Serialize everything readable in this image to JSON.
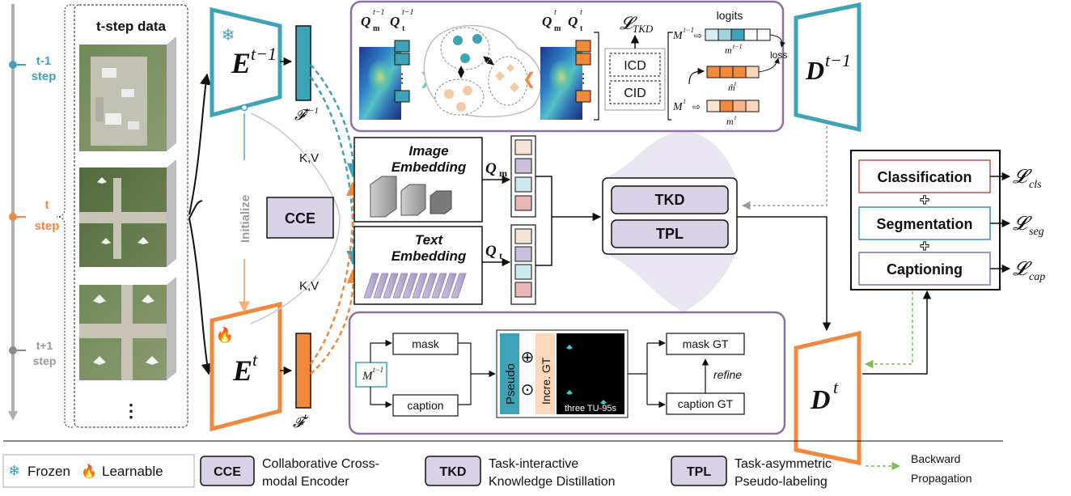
{
  "timeline": {
    "prev": {
      "label": "t-1",
      "label2": "step",
      "color": "#3fa3b8"
    },
    "curr": {
      "label": "t",
      "label2": "step",
      "color": "#f0883e"
    },
    "next": {
      "label": "t+1",
      "label2": "step",
      "color": "#9a9a9a"
    }
  },
  "data_panel": {
    "title": "t-step data",
    "ellipsis": "⋮"
  },
  "encoders": {
    "prev": {
      "name": "E",
      "sup": "t−1",
      "feat": "𝓕",
      "feat_sup": "t−1",
      "icon": "snowflake-icon"
    },
    "curr": {
      "name": "E",
      "sup": "t",
      "feat": "𝓕",
      "feat_sup": "t",
      "icon": "flame-icon"
    }
  },
  "initialize_label": "Initialize",
  "cce_label": "CCE",
  "kv_label": "K,V",
  "embeddings": {
    "image": {
      "line1": "Image",
      "line2": "Embedding",
      "q": "Q",
      "q_sub": "m"
    },
    "text": {
      "line1": "Text",
      "line2": "Embedding",
      "q": "Q",
      "q_sub": "t"
    }
  },
  "modules": {
    "tkd": "TKD",
    "tpl": "TPL"
  },
  "decoders": {
    "prev": {
      "name": "D",
      "sup": "t−1"
    },
    "curr": {
      "name": "D",
      "sup": "t"
    }
  },
  "tkd_panel": {
    "q_prev_m": "Q",
    "q_prev_m_sub": "m",
    "q_prev_m_sup": "t−1",
    "q_prev_t": "Q",
    "q_prev_t_sub": "t",
    "q_prev_t_sup": "t−1",
    "q_curr_m": "Q",
    "q_curr_m_sub": "m",
    "q_curr_m_sup": "t",
    "q_curr_t": "Q",
    "q_curr_t_sub": "t",
    "q_curr_t_sup": "t",
    "loss_tkd": "𝓛",
    "loss_tkd_sub": "TKD",
    "icd": "ICD",
    "cid": "CID",
    "logits": "logits",
    "m_prev_label": "M",
    "m_prev_sup": "t−1",
    "m_curr_label": "M",
    "m_curr_sup": "t",
    "bar_prev": "m",
    "bar_prev_sup": "t−1",
    "bar_hat": "m̂",
    "bar_hat_sup": "t",
    "bar_curr": "m",
    "bar_curr_sup": "t",
    "loss": "loss"
  },
  "tpl_panel": {
    "m_label": "M",
    "m_sup": "t−1",
    "mask": "mask",
    "caption": "caption",
    "pseudo": "Pseudo",
    "incre_gt": "Incre. GT",
    "image_caption": "three TU-95s",
    "mask_gt": "mask GT",
    "caption_gt": "caption GT",
    "refine": "refine",
    "oplus": "⊕",
    "odot": "⊙"
  },
  "heads": {
    "classification": "Classification",
    "segmentation": "Segmentation",
    "captioning": "Captioning",
    "loss_cls": "𝓛",
    "loss_cls_sub": "cls",
    "loss_seg": "𝓛",
    "loss_seg_sub": "seg",
    "loss_cap": "𝓛",
    "loss_cap_sub": "cap",
    "plus": "✚"
  },
  "legend": {
    "frozen": "Frozen",
    "learnable": "Learnable",
    "cce": "CCE",
    "cce_desc1": "Collaborative Cross-",
    "cce_desc2": "modal Encoder",
    "tkd": "TKD",
    "tkd_desc1": "Task-interactive",
    "tkd_desc2": "Knowledge Distillation",
    "tpl": "TPL",
    "tpl_desc1": "Task-asymmetric",
    "tpl_desc2": "Pseudo-labeling",
    "backward1": "Backward",
    "backward2": "Propagation"
  },
  "colors": {
    "teal": "#3fa3b8",
    "orange": "#f0883e",
    "purple_fill": "#d9d2e6",
    "purple_border": "#8a6fae",
    "cls_border": "#c0504d",
    "seg_border": "#3a8ab8",
    "cap_border": "#8a6fae",
    "green_dash": "#7cc04a"
  }
}
